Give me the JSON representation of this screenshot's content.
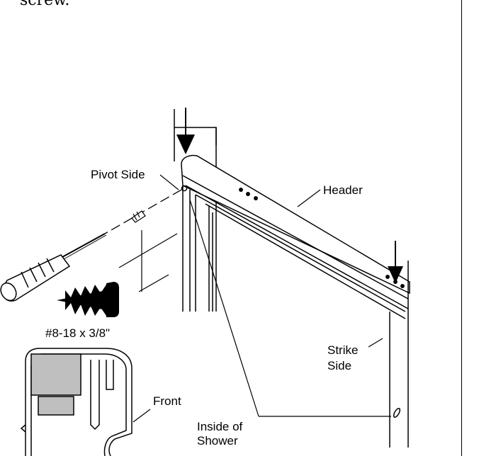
{
  "page": {
    "continued_text": "screw."
  },
  "labels": {
    "pivot_side": "Pivot Side",
    "header": "Header",
    "screw_size": "#8-18 x 3/8\"",
    "strike_side_line1": "Strike",
    "strike_side_line2": "Side",
    "front": "Front",
    "inside_line1": "Inside of",
    "inside_line2": "Shower"
  }
}
